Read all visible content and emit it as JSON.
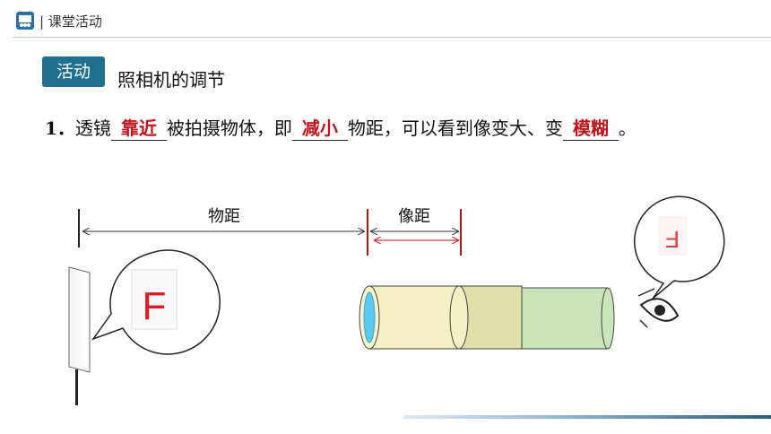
{
  "header": {
    "section_label": "课堂活动",
    "icon": "classroom-icon"
  },
  "activity": {
    "badge_label": "活动",
    "title": "照相机的调节"
  },
  "question": {
    "number": "1．",
    "part1": "透镜",
    "answer1": "靠近",
    "part2": "被拍摄物体，即",
    "answer2": "减小",
    "part3": "物距，可以看到像变大、变",
    "answer3": "模糊",
    "part4": "。"
  },
  "diagram": {
    "object_distance_label": "物距",
    "image_distance_label": "像距",
    "object_letter": "F",
    "image_letter": "F",
    "eye_icon": "eye-icon",
    "colors": {
      "answer_red": "#c0141b",
      "badge_blue": "#1f6f8f",
      "lens_blue": "#5bc8f0",
      "tube_yellow": "#f4efc4",
      "tube_green": "#c9e4b8"
    }
  }
}
